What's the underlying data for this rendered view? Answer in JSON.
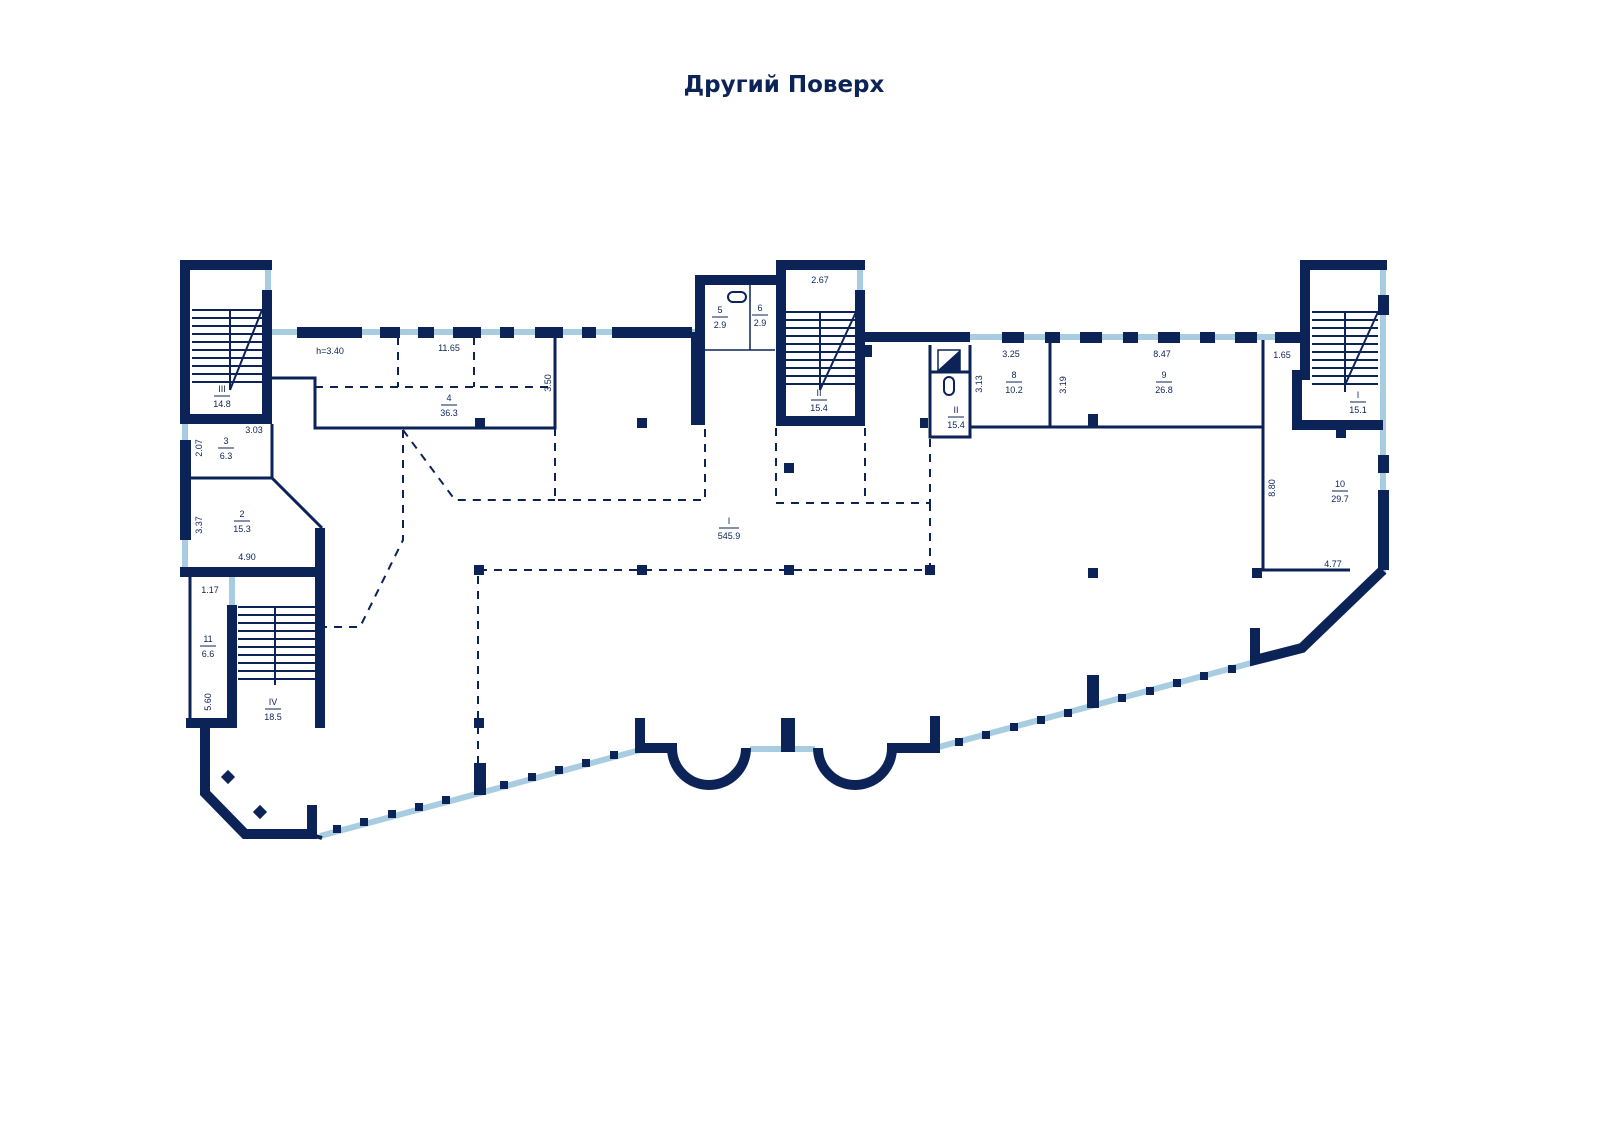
{
  "title": "Другий Поверх",
  "colors": {
    "wall": "#0b2357",
    "window": "#a8cde0"
  },
  "rooms": [
    {
      "id": "III",
      "area": "14.8"
    },
    {
      "id": "4",
      "area": "36.3"
    },
    {
      "id": "3",
      "area": "6.3"
    },
    {
      "id": "2",
      "area": "15.3"
    },
    {
      "id": "11",
      "area": "6.6"
    },
    {
      "id": "IV",
      "area": "18.5"
    },
    {
      "id": "5",
      "area": "2.9"
    },
    {
      "id": "6",
      "area": "2.9"
    },
    {
      "id": "II",
      "area": "15.4"
    },
    {
      "id": "II",
      "area": "15.4"
    },
    {
      "id": "8",
      "area": "10.2"
    },
    {
      "id": "9",
      "area": "26.8"
    },
    {
      "id": "I",
      "area": "15.1"
    },
    {
      "id": "10",
      "area": "29.7"
    },
    {
      "id": "I",
      "area": "545.9"
    }
  ],
  "dimensions": {
    "h": "h=3.40",
    "d11_65": "11.65",
    "d3_50": "3.50",
    "d3_03": "3.03",
    "d2_07": "2.07",
    "d3_37": "3.37",
    "d4_90": "4.90",
    "d1_17": "1.17",
    "d5_60": "5.60",
    "d2_67": "2.67",
    "d3_25": "3.25",
    "d3_13": "3.13",
    "d3_19": "3.19",
    "d8_47": "8.47",
    "d1_65": "1.65",
    "d8_80": "8.80",
    "d4_77": "4.77"
  }
}
